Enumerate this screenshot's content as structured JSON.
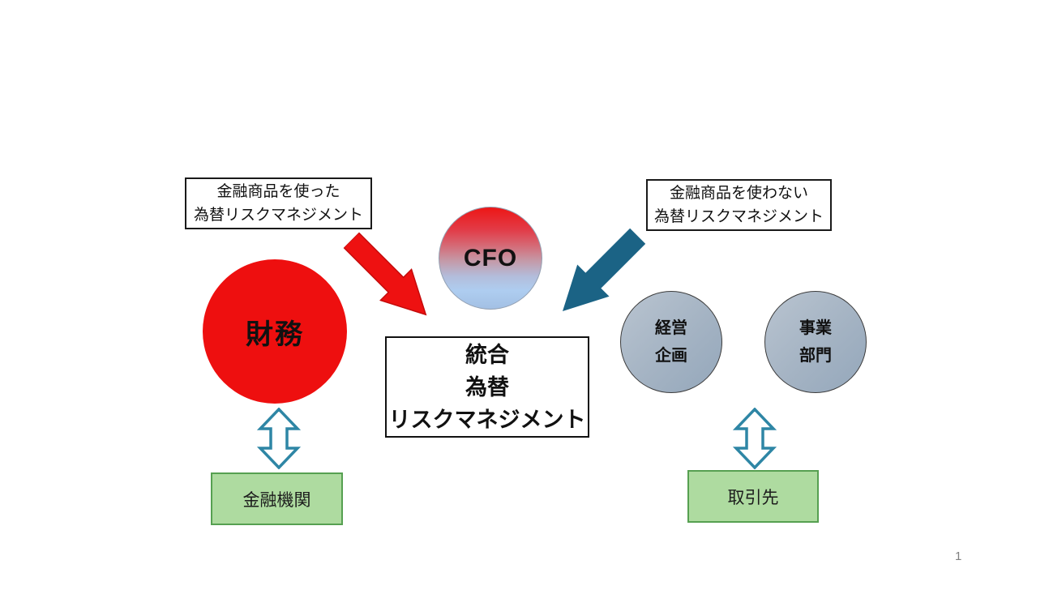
{
  "slide": {
    "page_number": "1",
    "notes": {
      "left": {
        "line1": "金融商品を使った",
        "line2": "為替リスクマネジメント"
      },
      "right": {
        "line1": "金融商品を使わない",
        "line2": "為替リスクマネジメント"
      }
    },
    "nodes": {
      "treasury": {
        "label": "財務"
      },
      "cfo": {
        "label": "CFO"
      },
      "planning": {
        "line1": "経営",
        "line2": "企画"
      },
      "business": {
        "line1": "事業",
        "line2": "部門"
      },
      "integrated": {
        "line1": "統合",
        "line2": "為替",
        "line3": "リスクマネジメント"
      },
      "bank": {
        "label": "金融機関"
      },
      "partner": {
        "label": "取引先"
      }
    },
    "icons": {
      "red_arrow": "down-right-block-arrow",
      "teal_arrow": "down-left-block-arrow",
      "left_updown_arrow": "up-down-outline-arrow",
      "right_updown_arrow": "up-down-outline-arrow"
    },
    "colors": {
      "red": "#ee0f0f",
      "teal_arrow_fill": "#1b6385",
      "updown_arrow_stroke": "#2e86a5",
      "green_fill": "#aedba0",
      "green_border": "#56a051",
      "gray_circle_fill": "#a4b3c3",
      "cfo_gradient_top": "#ed1616",
      "cfo_gradient_bottom": "#a3c0e4"
    }
  }
}
